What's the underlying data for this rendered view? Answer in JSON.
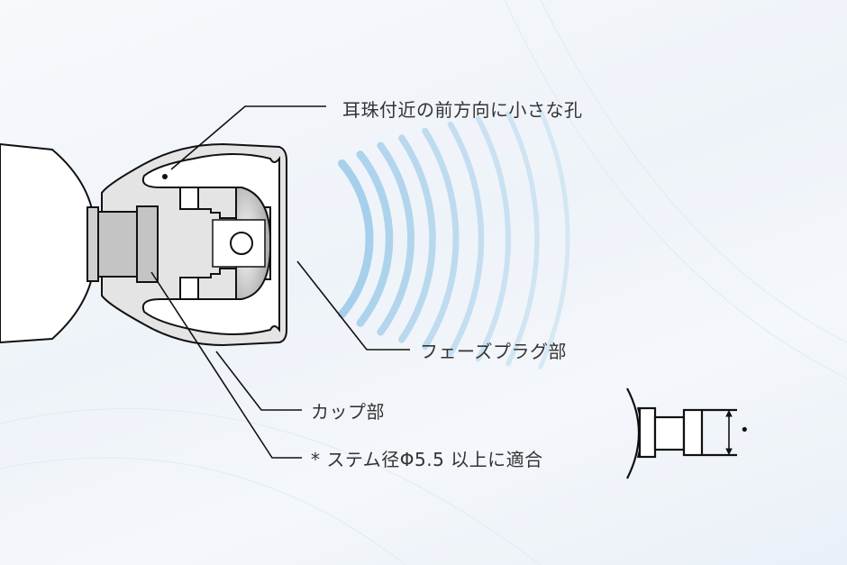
{
  "labels": {
    "hole": "耳珠付近の前方向に小さな孔",
    "phase_plug": "フェーズプラグ部",
    "cup": "カップ部",
    "stem_note": "* ステム径Φ5.5 以上に適合"
  },
  "stem_inset": {
    "marker": "•"
  },
  "colors": {
    "sound_wave": "#8ec3e6",
    "body_fill": "#e6e6e6",
    "stem_fill": "#c8c8c8",
    "outline": "#111111"
  }
}
